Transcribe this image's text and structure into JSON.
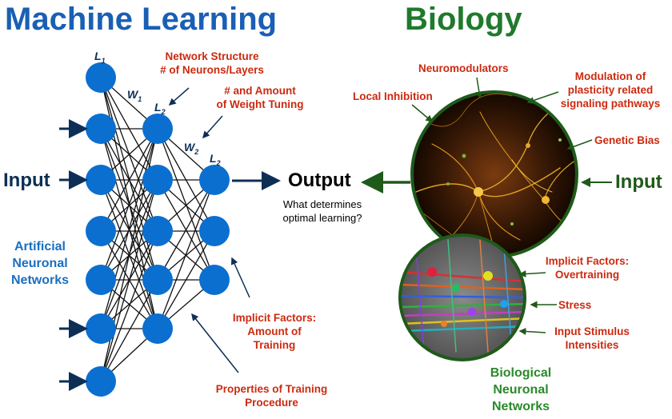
{
  "titles": {
    "left": "Machine Learning",
    "right": "Biology"
  },
  "ml": {
    "layer_label_1": "L",
    "layer_sub_1": "1",
    "weight_label_1": "W",
    "weight_sub_1": "1",
    "layer_label_2": "L",
    "layer_sub_2": "2",
    "weight_label_2": "W",
    "weight_sub_2": "2",
    "layer_label_3": "L",
    "layer_sub_3": "2",
    "network_structure": [
      "Network Structure",
      "# of Neurons/Layers"
    ],
    "weight_tuning": [
      "# and Amount",
      "of Weight Tuning"
    ],
    "implicit_factors": [
      "Implicit Factors:",
      "Amount of",
      "Training"
    ],
    "training_procedure": [
      "Properties of Training",
      "Procedure"
    ],
    "input": "Input",
    "ann_label": [
      "Artificial",
      "Neuronal",
      "Networks"
    ]
  },
  "center": {
    "output": "Output",
    "question": [
      "What determines",
      "optimal learning?"
    ]
  },
  "bio": {
    "neuromodulators": "Neuromodulators",
    "local_inhibition": "Local Inhibition",
    "plasticity": [
      "Modulation of",
      "plasticity related",
      "signaling pathways"
    ],
    "genetic_bias": "Genetic Bias",
    "input": "Input",
    "implicit_factors": [
      "Implicit Factors:",
      "Overtraining"
    ],
    "stress": "Stress",
    "stimulus": [
      "Input Stimulus",
      "Intensities"
    ],
    "bnn_label": [
      "Biological",
      "Neuronal",
      "Networks"
    ]
  },
  "colors": {
    "ml_blue": "#1a5fb4",
    "bio_green": "#1f7a2c",
    "factor_red": "#cc2a10",
    "node_blue": "#0b6fd0",
    "arrow_navy": "#0d2f55"
  }
}
